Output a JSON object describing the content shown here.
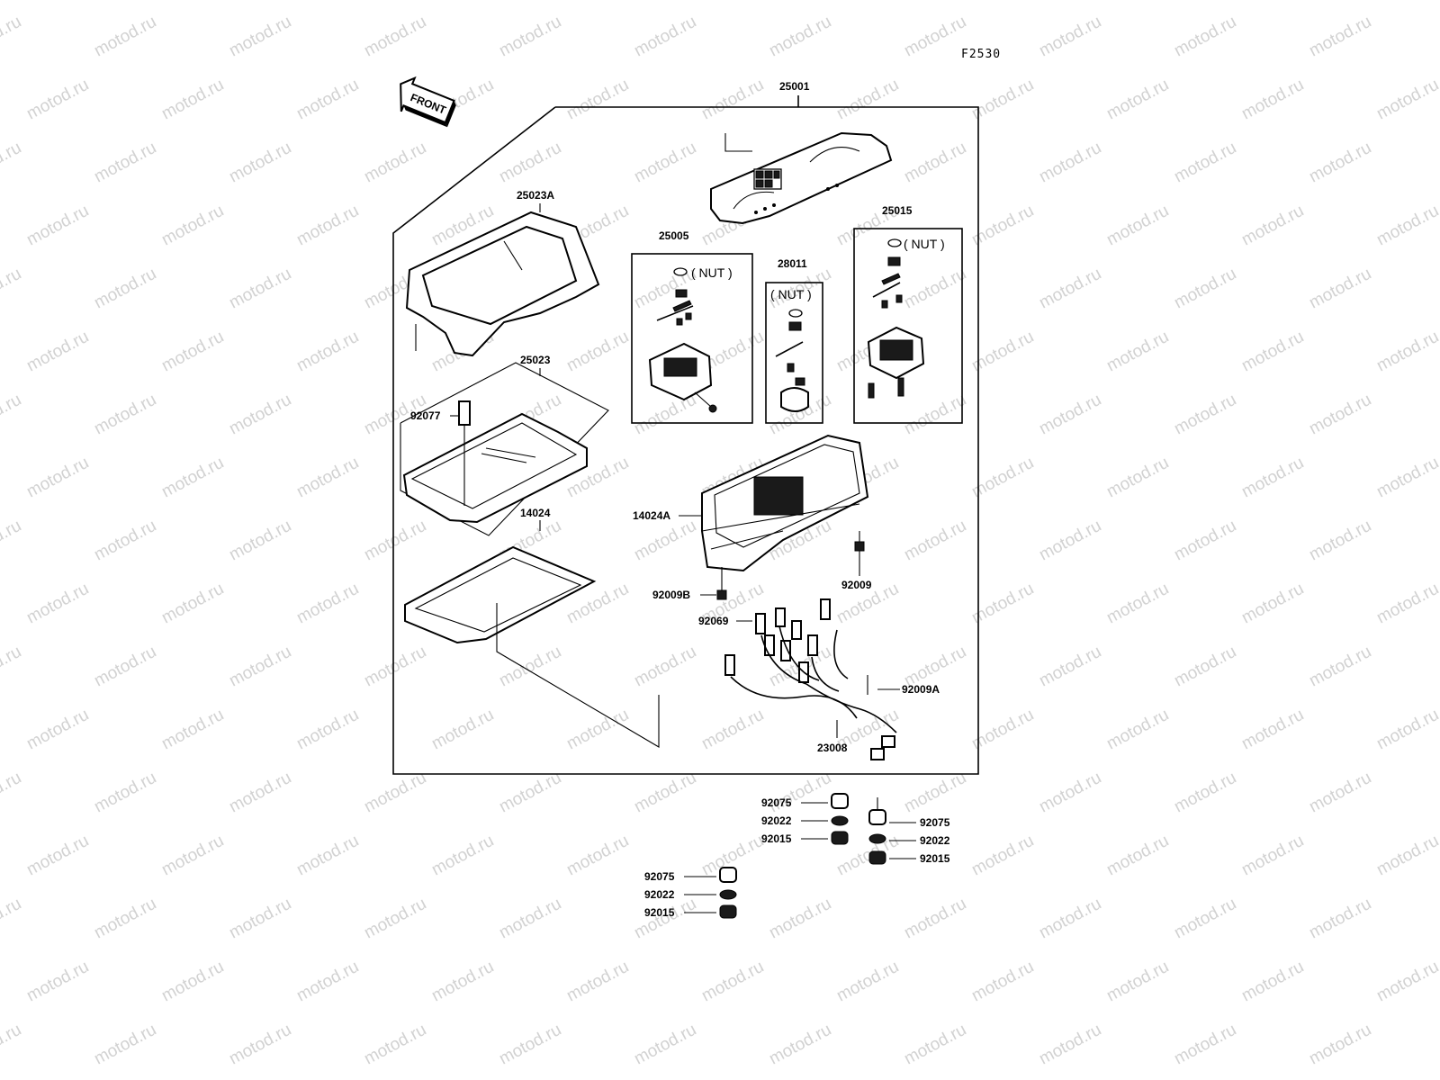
{
  "diagram": {
    "code": "F2530",
    "front_label": "FRONT",
    "watermark_text": "motod.ru",
    "nut_label": "( NUT )",
    "labels": {
      "p25001": "25001",
      "p25023A": "25023A",
      "p25005": "25005",
      "p28011": "28011",
      "p25015": "25015",
      "p25023": "25023",
      "p92077": "92077",
      "p14024": "14024",
      "p14024A": "14024A",
      "p92009B": "92009B",
      "p92009": "92009",
      "p92069": "92069",
      "p92009A": "92009A",
      "p23008": "23008",
      "g1_92075": "92075",
      "g1_92022": "92022",
      "g1_92015": "92015",
      "g2_92075": "92075",
      "g2_92022": "92022",
      "g2_92015": "92015",
      "g3_92075": "92075",
      "g3_92022": "92022",
      "g3_92015": "92015"
    }
  }
}
